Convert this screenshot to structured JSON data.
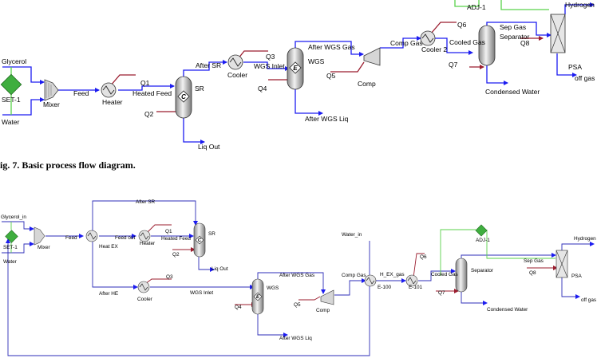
{
  "caption": "ig. 7. Basic process flow diagram.",
  "colors": {
    "material_stream": "#1c1cf0",
    "energy_stream": "#9b1c2e",
    "logic_line": "#59d24a",
    "set_adjust_fill": "#3fae3f",
    "equipment_fill": "#d6d6d6"
  },
  "top": {
    "labels": {
      "hydrogen": "Hydrogen",
      "adj": "ADJ-1",
      "q6": "Q6",
      "sep_gas": "Sep Gas",
      "separator": "Separator",
      "cooled_gas": "Cooled Gas",
      "q8": "Q8",
      "cooler2": "Cooler 2",
      "comp_gas": "Comp Gas",
      "after_wgs_gas": "After WGS Gas",
      "q3": "Q3",
      "glycerol": "Glycerol",
      "after_sr": "After SR",
      "cooler": "Cooler",
      "wgs_inlet": "WGS Inlet",
      "wgs": "WGS",
      "q5": "Q5",
      "comp": "Comp",
      "q7": "Q7",
      "psa": "PSA",
      "off_gas": "off gas",
      "set1": "SET-1",
      "mixer": "Mixer",
      "feed": "Feed",
      "heater": "Heater",
      "q1": "Q1",
      "heated_feed": "Heated Feed",
      "sr": "SR",
      "q4": "Q4",
      "condensed_water": "Condensed Water",
      "q2": "Q2",
      "after_wgs_liq": "After WGS Liq",
      "water": "Water",
      "liq_out": "Liq Out"
    }
  },
  "bottom": {
    "labels": {
      "after_sr": "After SR",
      "glycerol_in": "Glycerol_in",
      "set1": "SET-1",
      "mixer": "Mixer",
      "feed": "Feed",
      "heat_ex": "Heat EX",
      "feed_out": "Feed out",
      "heater": "Heater",
      "q1": "Q1",
      "heated_feed": "Heated Feed",
      "sr": "SR",
      "q2": "Q2",
      "liq_out": "Liq Out",
      "water": "Water",
      "water_in": "Water_in",
      "adj": "ADJ-1",
      "hydrogen": "Hydrogen",
      "sep_gas": "Sep Gas",
      "q6": "Q6",
      "q3": "Q3",
      "after_wgs_gas": "After WGS Gas",
      "comp_gas": "Comp Gas",
      "h_ex_gas": "H_EX_gas",
      "cooled_gas": "Cooled Gas",
      "separator": "Separator",
      "q8": "Q8",
      "psa": "PSA",
      "after_he": "After HE",
      "cooler": "Cooler",
      "wgs_inlet": "WGS Inlet",
      "wgs": "WGS",
      "e100": "E-100",
      "e101": "E-101",
      "q7": "Q7",
      "off_gas": "off gas",
      "q5": "Q5",
      "comp": "Comp",
      "q4": "Q4",
      "condensed_water": "Condensed Water",
      "after_wgs_liq": "After WGS Liq"
    }
  }
}
